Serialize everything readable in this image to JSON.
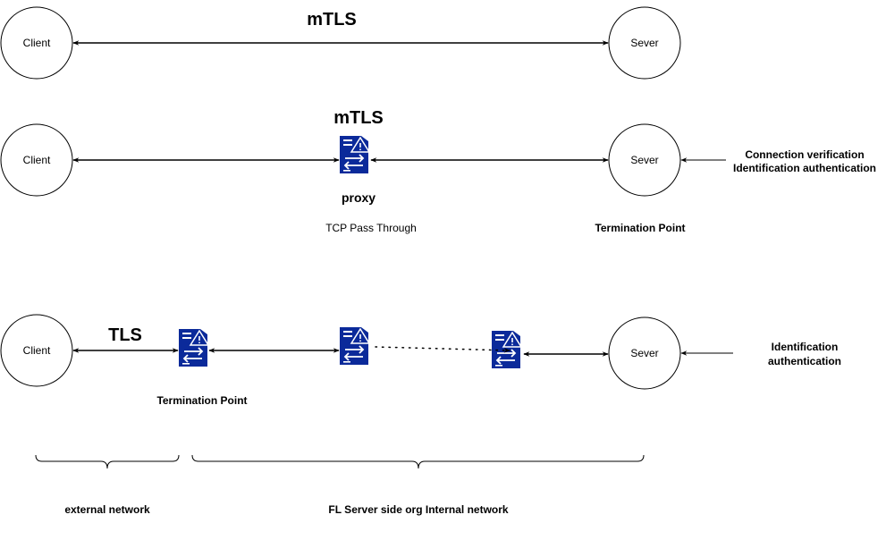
{
  "row1": {
    "title": "mTLS",
    "client": "Client",
    "server": "Sever"
  },
  "row2": {
    "title": "mTLS",
    "client": "Client",
    "proxy_label": "proxy",
    "proxy_note": "TCP Pass Through",
    "server": "Sever",
    "server_note": "Termination Point",
    "annotation_line1": "Connection verification",
    "annotation_line2": "Identification authentication"
  },
  "row3": {
    "title": "TLS",
    "client": "Client",
    "first_proxy_note": "Termination Point",
    "server": "Sever",
    "annotation_line1": "Identification",
    "annotation_line2": "authentication"
  },
  "networks": {
    "external": "external network",
    "internal": "FL Server side org Internal network"
  },
  "colors": {
    "proxy_icon": "#0b2a9a",
    "line": "#000000"
  },
  "icons": {
    "proxy": "reverse-proxy-server-icon"
  }
}
